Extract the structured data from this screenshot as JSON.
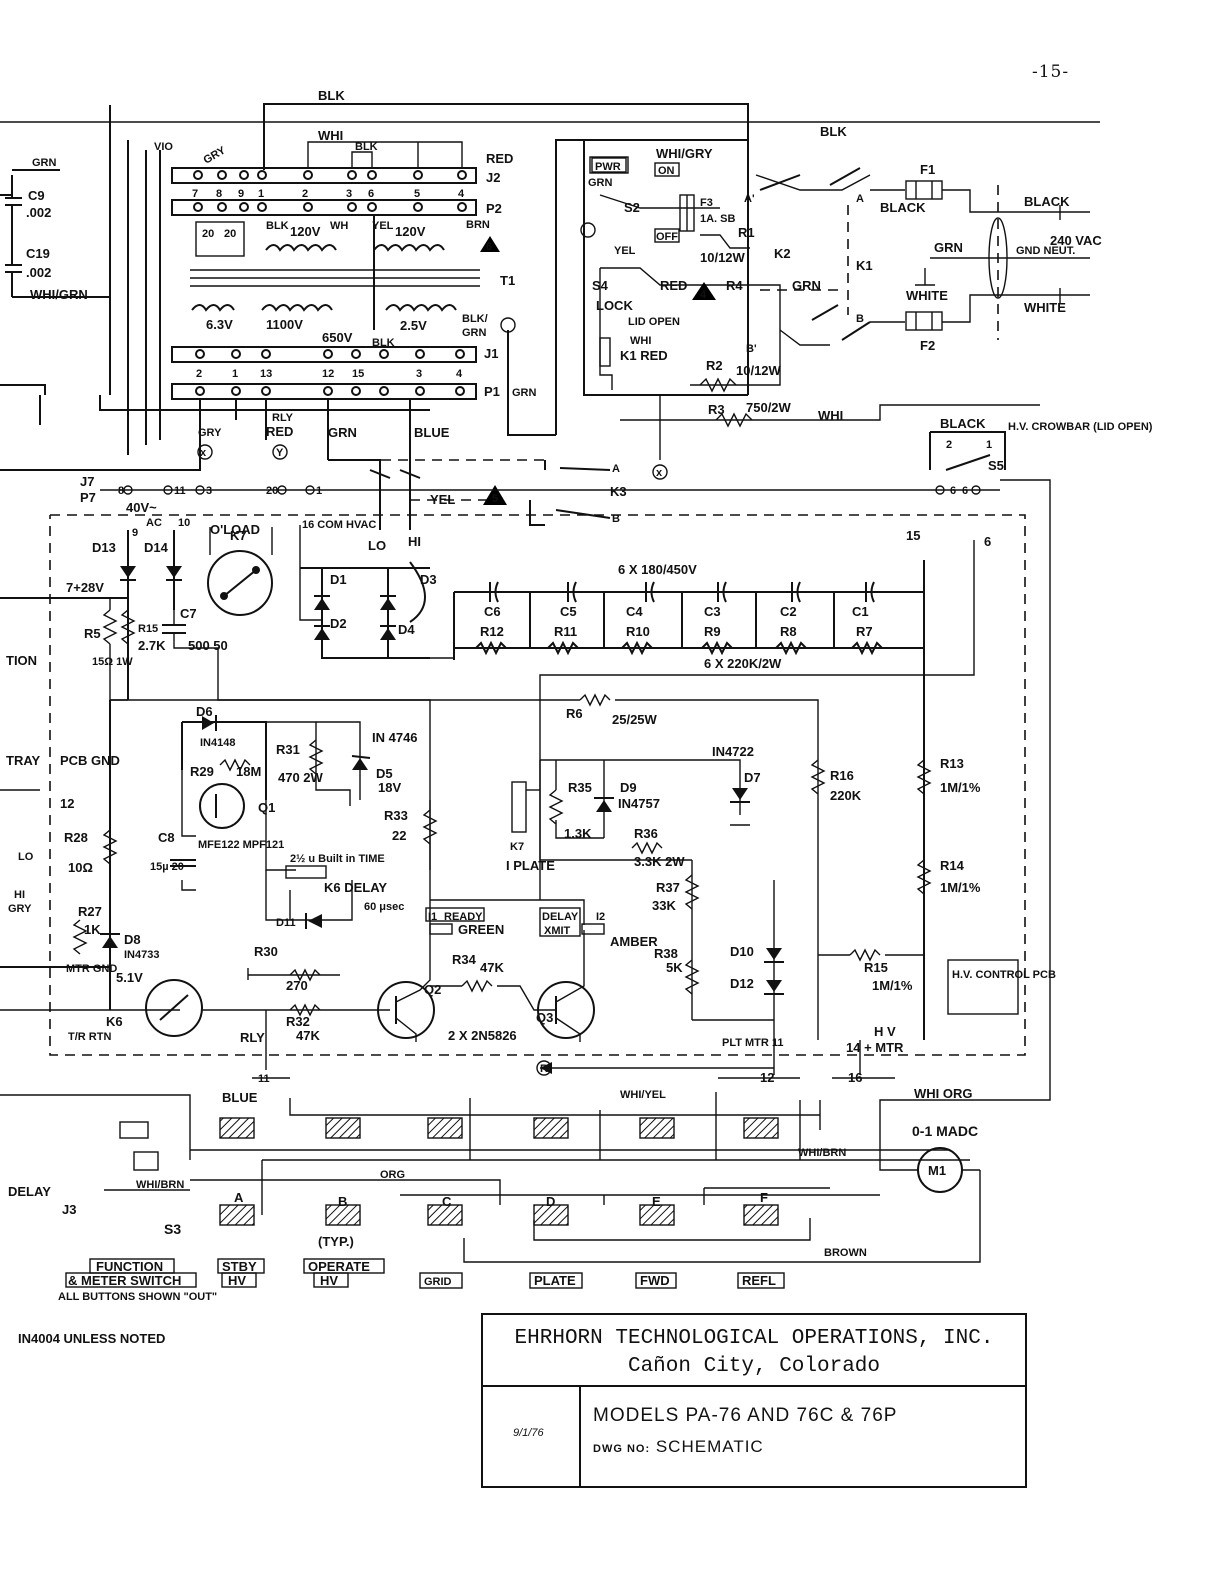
{
  "page_number": "-15-",
  "title_block": {
    "company": "EHRHORN TECHNOLOGICAL OPERATIONS, INC.",
    "location": "Cañon City, Colorado",
    "date": "9/1/76",
    "models": "MODELS PA-76 AND 76C & 76P",
    "dwg_prefix": "DWG NO:",
    "dwg": "SCHEMATIC"
  },
  "footnote": "IN4004 UNLESS NOTED",
  "labels": {
    "blk_top": "BLK",
    "blk_right": "BLK",
    "whi": "WHI",
    "blk_j2": "BLK",
    "red_j2": "RED",
    "j2": "J2",
    "p2": "P2",
    "brn": "BRN",
    "vio": "VIO",
    "gry": "GRY",
    "grn_left": "GRN",
    "c9": "C9",
    "c9_val": ".002",
    "c19": "C19",
    "c19_val": ".002",
    "whi_grn": "WHI/GRN",
    "t1": "T1",
    "v120a": "120V",
    "v120b": "120V",
    "v63": "6.3V",
    "v1100": "1100V",
    "v650": "650V",
    "v25": "2.5V",
    "j1": "J1",
    "p1": "P1",
    "grn_p1": "GRN",
    "pwr": "PWR",
    "on": "ON",
    "off": "OFF",
    "whi_gry": "WHI/GRY",
    "grn_s2": "GRN",
    "s2": "S2",
    "f3": "F3",
    "f3_val": "1A. SB",
    "r1": "R1",
    "r1_val": "10/12W",
    "k2": "K2",
    "yel": "YEL",
    "s4": "S4",
    "lock": "LOCK",
    "lid_open": "LID OPEN",
    "red_s4": "RED",
    "r4": "R4",
    "grn_k2": "GRN",
    "whi_k1": "WHI",
    "k1_red": "K1 RED",
    "r2": "R2",
    "r2_val": "10/12W",
    "r3": "R3",
    "r3_val": "750/2W",
    "whi_r3": "WHI",
    "f1": "F1",
    "f2": "F2",
    "black_f1": "BLACK",
    "k1": "K1",
    "grn_gnd": "GRN",
    "gnd_neut": "GND NEUT.",
    "white": "WHITE",
    "black_in": "BLACK",
    "vac240": "240 VAC",
    "white_in": "WHITE",
    "black_hv": "BLACK",
    "hv_crowbar": "H.V. CROWBAR (LID OPEN)",
    "s5": "S5",
    "gry_p1": "GRY",
    "red_p1": "RED",
    "grn_k3": "GRN",
    "blue_k3": "BLUE",
    "rly": "RLY",
    "k3": "K3",
    "yel_k3": "YEL",
    "j7": "J7",
    "p7": "P7",
    "v40": "40V~",
    "ac": "AC",
    "oload": "O'LOAD",
    "com_hvac": "16 COM HVAC",
    "lo": "LO",
    "hi": "HI",
    "k7": "K7",
    "d13": "D13",
    "d14": "D14",
    "v28": "7+28V",
    "r5": "R5",
    "r5_val": "15Ω 1W",
    "r15b": "R15",
    "r15b_val": "2.7K",
    "c7": "C7",
    "c7_val": "500 50",
    "d1": "D1",
    "d2": "D2",
    "d3": "D3",
    "d4": "D4",
    "caps_note": "6 X 180/450V",
    "res_note": "6 X 220K/2W",
    "c6": "C6",
    "c5": "C5",
    "c4": "C4",
    "c3": "C3",
    "c2": "C2",
    "c1": "C1",
    "r12": "R12",
    "r11": "R11",
    "r10": "R10",
    "r9": "R9",
    "r8": "R8",
    "r7": "R7",
    "n15": "15",
    "n6": "6",
    "d6": "D6",
    "d6_val": "IN4148",
    "r31": "R31",
    "r31_val": "470 2W",
    "in4746": "IN 4746",
    "d5": "D5",
    "d5_val": "18V",
    "r29": "R29",
    "r29_val": "18M",
    "q1": "Q1",
    "c8": "C8",
    "q1_type": "MFE122 MPF121",
    "c8_val": "15µ 20",
    "r33": "R33",
    "r33_val": "22",
    "note_time": "2½ u Built in TIME",
    "k6_delay": "K6 DELAY",
    "sixty": "60 μsec",
    "d11": "D11",
    "r30": "R30",
    "r30_val": "270",
    "r32": "R32",
    "r32_val": "47K",
    "q2": "Q2",
    "q3": "Q3",
    "q_type": "2 X 2N5826",
    "ready": "READY",
    "green": "GREEN",
    "delay": "DELAY",
    "xmit": "XMIT",
    "amber": "AMBER",
    "i1": "I1",
    "i2": "I2",
    "r34": "R34",
    "r34_val": "47K",
    "r6": "R6",
    "r6_val": "25/25W",
    "r35": "R35",
    "r35_val": "1.3K",
    "d9": "D9",
    "d9_val": "IN4757",
    "r36": "R36",
    "r36_val": "3.3K 2W",
    "r37": "R37",
    "r37_val": "33K",
    "r38": "R38",
    "r38_val": "5K",
    "i_plate": "I PLATE",
    "in4722": "IN4722",
    "d7": "D7",
    "d10": "D10",
    "d12": "D12",
    "r16": "R16",
    "r16_val": "220K",
    "r13": "R13",
    "r13_val": "1M/1%",
    "r14": "R14",
    "r14_val": "1M/1%",
    "r15": "R15",
    "r15_val": "1M/1%",
    "hv_ctrl": "H.V. CONTROL PCB",
    "plt_mtr": "PLT MTR 11",
    "hv_mtr": "14 + MTR",
    "hv_label": "H V",
    "tray": "TRAY",
    "pcb_gnd": "PCB GND",
    "n12": "12",
    "r28": "R28",
    "r28_val": "10Ω",
    "r27": "R27",
    "r27_val": "1K",
    "d8": "D8",
    "d8_val": "IN4733",
    "d8_v": "5.1V",
    "mtr_gnd": "MTR GND",
    "k6": "K6",
    "tr_rtn": "T/R RTN",
    "tion": "TION",
    "lo_l": "LO",
    "hi_l": "HI",
    "gry_l": "GRY",
    "blue_bus": "BLUE",
    "whi_yel": "WHI/YEL",
    "n12b": "12",
    "n16": "16",
    "whi_org": "WHI ORG",
    "madc": "0-1 MADC",
    "m1": "M1",
    "whi_brn": "WHI/BRN",
    "org": "ORG",
    "whi_brn_left": "WHI/BRN",
    "brown": "BROWN",
    "j3": "J3",
    "s3": "S3",
    "typ": "(TYP.)",
    "delay_left": "DELAY",
    "btn_a": "A",
    "btn_b": "B",
    "btn_c": "C",
    "btn_d": "D",
    "btn_e": "E",
    "btn_f": "F",
    "function": "FUNCTION",
    "meter_switch": "& METER SWITCH",
    "all_buttons": "ALL BUTTONS SHOWN \"OUT\"",
    "stby": "STBY",
    "hv1": "HV",
    "operate": "OPERATE",
    "hv2": "HV",
    "grid": "GRID",
    "plate": "PLATE",
    "fwd": "FWD",
    "refl": "REFL"
  }
}
